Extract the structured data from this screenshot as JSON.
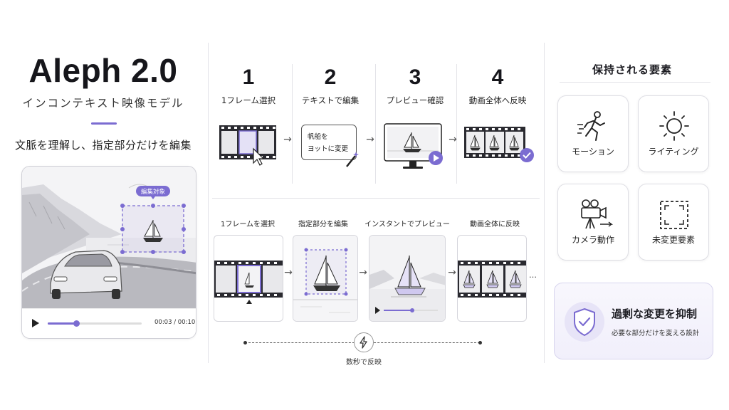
{
  "brand": {
    "title": "Aleph 2.0",
    "subtitle": "インコンテキスト映像モデル",
    "tagline": "文脈を理解し、指定部分だけを編集",
    "accent_color": "#7b6cd1"
  },
  "player": {
    "edit_target_label": "編集対象",
    "time": "00:03 / 00:10",
    "progress": 0.3
  },
  "steps": [
    {
      "num": "1",
      "label": "1フレーム選択"
    },
    {
      "num": "2",
      "label": "テキストで編集"
    },
    {
      "num": "3",
      "label": "プレビュー確認"
    },
    {
      "num": "4",
      "label": "動画全体へ反映"
    }
  ],
  "step2_text": {
    "line1": "帆船を",
    "line2": "ヨットに変更"
  },
  "bottom_steps": [
    {
      "label": "1フレームを選択"
    },
    {
      "label": "指定部分を編集"
    },
    {
      "label": "インスタントでプレビュー"
    },
    {
      "label": "動画全体に反映"
    }
  ],
  "timing_label": "数秒で反映",
  "retained": {
    "title": "保持される要素",
    "items": [
      {
        "label": "モーション",
        "icon": "running-person-icon"
      },
      {
        "label": "ライティング",
        "icon": "sun-icon"
      },
      {
        "label": "カメラ動作",
        "icon": "movie-camera-icon"
      },
      {
        "label": "未変更要素",
        "icon": "dashed-frame-icon"
      }
    ]
  },
  "suppress": {
    "title": "過剰な変更を抑制",
    "subtitle": "必要な部分だけを変える設計",
    "icon": "shield-check-icon"
  }
}
